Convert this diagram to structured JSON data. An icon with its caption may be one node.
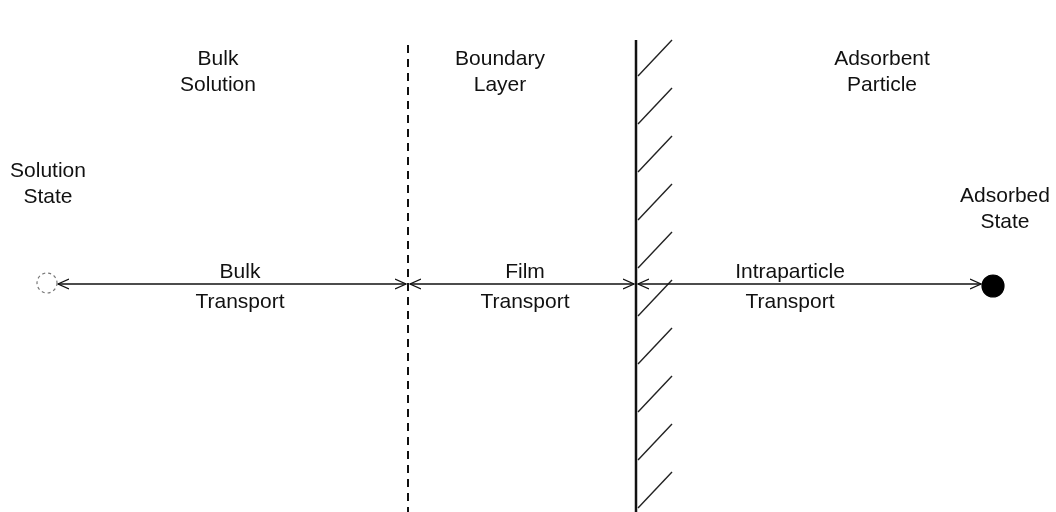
{
  "diagram": {
    "nodes": [
      {
        "text": [],
        "shape": "circle",
        "beside": [
          "Solution State"
        ]
      },
      {
        "text": [],
        "shape": "line"
      },
      {
        "text": [],
        "shape": "wall"
      },
      {
        "text": [],
        "shape": "circle",
        "beside": [
          "Adsorbed State"
        ]
      }
    ],
    "edges": [
      {
        "from": 0,
        "to": 1,
        "arrow": "both",
        "label": "Bulk Transport"
      },
      {
        "from": 1,
        "to": 2,
        "arrow": "both",
        "label": "Film Transport"
      },
      {
        "from": 2,
        "to": 3,
        "arrow": "both",
        "label": "Intraparticle Transport"
      }
    ],
    "labels": [
      "Bulk Solution",
      "Boundary Layer",
      "Adsorbent Particle"
    ]
  }
}
